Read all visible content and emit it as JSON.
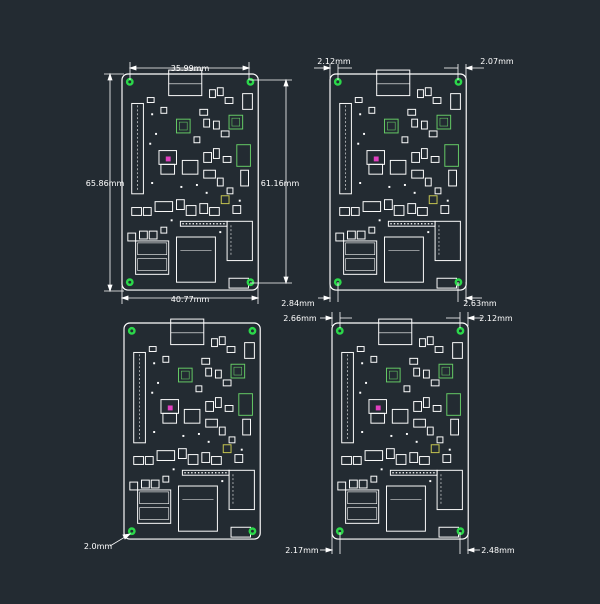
{
  "colors": {
    "background": "#232b32",
    "outline": "#ffffff",
    "via_green": "#2bd84a",
    "ic_green": "#66cc66",
    "pink": "#e040c0",
    "yellow": "#c8c850"
  },
  "boards": [
    {
      "name": "top-left",
      "dimensions": [
        {
          "id": "width-top",
          "label": "35.99mm"
        },
        {
          "id": "width-bottom",
          "label": "40.77mm"
        },
        {
          "id": "height-left",
          "label": "65.86mm"
        },
        {
          "id": "height-right",
          "label": "61.16mm"
        }
      ]
    },
    {
      "name": "top-right",
      "dimensions": [
        {
          "id": "offset-top-left",
          "label": "2.12mm"
        },
        {
          "id": "offset-top-right",
          "label": "2.07mm"
        },
        {
          "id": "offset-bottom-left",
          "label": "2.84mm"
        },
        {
          "id": "offset-bottom-right",
          "label": "2.63mm"
        }
      ]
    },
    {
      "name": "bottom-left",
      "dimensions": [
        {
          "id": "hole-diameter",
          "label": "2.0mm"
        }
      ]
    },
    {
      "name": "bottom-right",
      "dimensions": [
        {
          "id": "offset-top-left",
          "label": "2.66mm"
        },
        {
          "id": "offset-top-right",
          "label": "2.12mm"
        },
        {
          "id": "offset-bottom-left",
          "label": "2.17mm"
        },
        {
          "id": "offset-bottom-right",
          "label": "2.48mm"
        }
      ]
    }
  ]
}
